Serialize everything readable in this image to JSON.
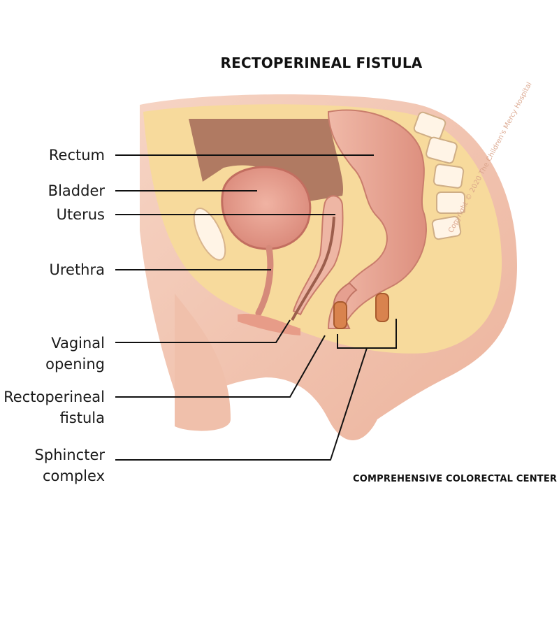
{
  "title": "RECTOPERINEAL FISTULA",
  "labels": {
    "rectum": "Rectum",
    "bladder": "Bladder",
    "uterus": "Uterus",
    "urethra": "Urethra",
    "vaginal_opening_line1": "Vaginal",
    "vaginal_opening_line2": "opening",
    "fistula_line1": "Rectoperineal",
    "fistula_line2": "fistula",
    "sphincter_line1": "Sphincter",
    "sphincter_line2": "complex"
  },
  "footer": "COMPREHENSIVE COLORECTAL CENTER",
  "copyright": "Copyright © 2020 The Children's Mercy Hospital",
  "colors": {
    "skin": "#f3c6b2",
    "fat": "#f7da9c",
    "organ": "#e9a291",
    "rectum": "#eaa595",
    "line": "#111111"
  }
}
